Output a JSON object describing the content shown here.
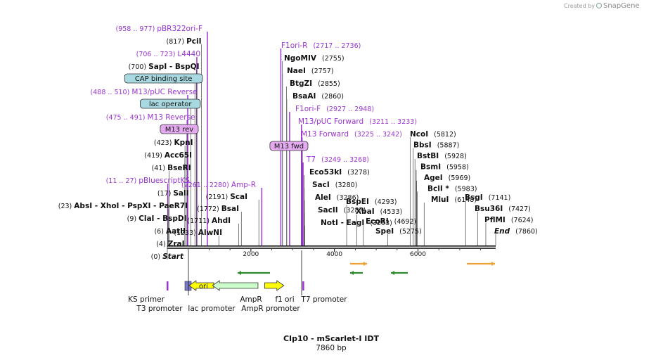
{
  "title": "CIp10 - mScarlet-I IDT",
  "subtitle": "7860 bp",
  "watermark": {
    "created_by": "Created by",
    "brand": "SnapGene"
  },
  "colors": {
    "purple": "#9b35d4",
    "black": "#111111",
    "ori_yellow": "#ffff00",
    "ampr_green": "#ccffcc",
    "orange": "#f0a030",
    "green_arrow": "#2e8b2e",
    "lac_blue": "#a8d8e0",
    "m13_pink": "#e4aaf0"
  },
  "length": 7860,
  "ticks": [
    {
      "pos": 2000,
      "label": "2000"
    },
    {
      "pos": 4000,
      "label": "4000"
    },
    {
      "pos": 6000,
      "label": "6000"
    }
  ],
  "left_sites": [
    {
      "pos": 958,
      "text": "pBR322ori-F",
      "num": "(958 .. 977)",
      "style": "feature"
    },
    {
      "pos": 817,
      "text": "PciI",
      "num": "(817)",
      "style": "site"
    },
    {
      "pos": 706,
      "text": "L4440",
      "num": "(706 .. 723)",
      "style": "feature"
    },
    {
      "pos": 700,
      "text": "SapI  - BspQI",
      "num": "(700)",
      "style": "site"
    },
    {
      "pos": 660,
      "text": "CAP binding site",
      "num": "",
      "style": "box-blue"
    },
    {
      "pos": 488,
      "text": "M13/pUC Reverse",
      "num": "(488 .. 510)",
      "style": "feature"
    },
    {
      "pos": 560,
      "text": "lac operator",
      "num": "",
      "style": "box-blue"
    },
    {
      "pos": 475,
      "text": "M13 Reverse",
      "num": "(475 .. 491)",
      "style": "feature"
    },
    {
      "pos": 470,
      "text": "M13 rev",
      "num": "",
      "style": "box-pink"
    },
    {
      "pos": 423,
      "text": "KpnI",
      "num": "(423)",
      "style": "site"
    },
    {
      "pos": 419,
      "text": "Acc65I",
      "num": "(419)",
      "style": "site"
    },
    {
      "pos": 41,
      "text": "BseRI",
      "num": "(41)",
      "style": "site"
    },
    {
      "pos": 11,
      "text": "pBluescriptKS",
      "num": "(11 .. 27)",
      "style": "feature"
    },
    {
      "pos": 17,
      "text": "SalI",
      "num": "(17)",
      "style": "site"
    },
    {
      "pos": 23,
      "text": "AbsI  - XhoI  - PspXI  - PaeR7I",
      "num": "(23)",
      "style": "site"
    },
    {
      "pos": 9,
      "text": "ClaI  - BspDI",
      "num": "(9)",
      "style": "site"
    },
    {
      "pos": 6,
      "text": "AatII",
      "num": "(6)",
      "style": "site"
    },
    {
      "pos": 4,
      "text": "ZraI",
      "num": "(4)",
      "style": "site"
    },
    {
      "pos": 0,
      "text": "Start",
      "num": "(0)",
      "style": "site-italic"
    }
  ],
  "mid_left_sites": [
    {
      "pos": 2261,
      "text": "Amp-R",
      "num": "(2261 .. 2280)",
      "style": "feature"
    },
    {
      "pos": 2191,
      "text": "ScaI",
      "num": "(2191)",
      "style": "site"
    },
    {
      "pos": 1772,
      "text": "BsaI",
      "num": "(1772)",
      "style": "site"
    },
    {
      "pos": 1711,
      "text": "AhdI",
      "num": "(1711)",
      "style": "site"
    },
    {
      "pos": 1233,
      "text": "AlwNI",
      "num": "(1233)",
      "style": "site"
    }
  ],
  "right_sites": [
    {
      "pos": 2717,
      "text": "F1ori-R",
      "num": "(2717 .. 2736)",
      "style": "feature"
    },
    {
      "pos": 2755,
      "text": "NgoMIV",
      "num": "(2755)",
      "style": "site"
    },
    {
      "pos": 2757,
      "text": "NaeI",
      "num": "(2757)",
      "style": "site"
    },
    {
      "pos": 2855,
      "text": "BtgZI",
      "num": "(2855)",
      "style": "site"
    },
    {
      "pos": 2860,
      "text": "BsaAI",
      "num": "(2860)",
      "style": "site"
    },
    {
      "pos": 2927,
      "text": "F1ori-F",
      "num": "(2927 .. 2948)",
      "style": "feature"
    },
    {
      "pos": 3211,
      "text": "M13/pUC Forward",
      "num": "(3211 .. 3233)",
      "style": "feature"
    },
    {
      "pos": 3225,
      "text": "M13 Forward",
      "num": "(3225 .. 3242)",
      "style": "feature"
    },
    {
      "pos": 3230,
      "text": "M13 fwd",
      "num": "",
      "style": "box-pink"
    },
    {
      "pos": 3249,
      "text": "T7",
      "num": "(3249 .. 3268)",
      "style": "feature"
    },
    {
      "pos": 3278,
      "text": "Eco53kI",
      "num": "(3278)",
      "style": "site"
    },
    {
      "pos": 3280,
      "text": "SacI",
      "num": "(3280)",
      "style": "site"
    },
    {
      "pos": 3286,
      "text": "AleI",
      "num": "(3286)",
      "style": "site"
    },
    {
      "pos": 3287,
      "text": "SacII",
      "num": "(3287)",
      "style": "site"
    },
    {
      "pos": 3293,
      "text": "NotI  - EagI",
      "num": "(3293)",
      "style": "site"
    }
  ],
  "far_right_sites": [
    {
      "pos": 5812,
      "text": "NcoI",
      "num": "(5812)",
      "style": "site"
    },
    {
      "pos": 5887,
      "text": "BbsI",
      "num": "(5887)",
      "style": "site"
    },
    {
      "pos": 5928,
      "text": "BstBI",
      "num": "(5928)",
      "style": "site"
    },
    {
      "pos": 5958,
      "text": "BsmI",
      "num": "(5958)",
      "style": "site"
    },
    {
      "pos": 5969,
      "text": "AgeI",
      "num": "(5969)",
      "style": "site"
    },
    {
      "pos": 5983,
      "text": "BclI *",
      "num": "(5983)",
      "style": "site"
    },
    {
      "pos": 6148,
      "text": "MluI",
      "num": "(6148)",
      "style": "site"
    },
    {
      "pos": 4293,
      "text": "BspEI",
      "num": "(4293)",
      "style": "site"
    },
    {
      "pos": 4533,
      "text": "XbaI",
      "num": "(4533)",
      "style": "site"
    },
    {
      "pos": 4692,
      "text": "EcoRI",
      "num": "(4692)",
      "style": "site"
    },
    {
      "pos": 5275,
      "text": "SpeI",
      "num": "(5275)",
      "style": "site"
    },
    {
      "pos": 7141,
      "text": "BsgI",
      "num": "(7141)",
      "style": "site"
    },
    {
      "pos": 7427,
      "text": "Bsu36I",
      "num": "(7427)",
      "style": "site"
    },
    {
      "pos": 7624,
      "text": "PflMI",
      "num": "(7624)",
      "style": "site"
    },
    {
      "pos": 7860,
      "text": "End",
      "num": "(7860)",
      "style": "site-italic"
    }
  ],
  "features": [
    {
      "name": "ori",
      "start": 520,
      "end": 1110,
      "direction": "reverse",
      "color": "#ffff00",
      "label": "ori"
    },
    {
      "name": "AmpR",
      "start": 1080,
      "end": 2170,
      "direction": "reverse",
      "color": "#ccffcc",
      "label": ""
    },
    {
      "name": "f1 ori",
      "start": 2330,
      "end": 2790,
      "direction": "forward",
      "color": "#ffff00",
      "label": ""
    }
  ],
  "below_labels": [
    {
      "text": "KS primer",
      "pos": 0
    },
    {
      "text": "T3 promoter",
      "pos": 200
    },
    {
      "text": "lac promoter",
      "pos": 560
    },
    {
      "text": "AmpR",
      "pos": 1050
    },
    {
      "text": "AmpR promoter",
      "pos": 2030
    },
    {
      "text": "f1 ori",
      "pos": 2450
    },
    {
      "text": "T7 promoter",
      "pos": 3250
    }
  ]
}
